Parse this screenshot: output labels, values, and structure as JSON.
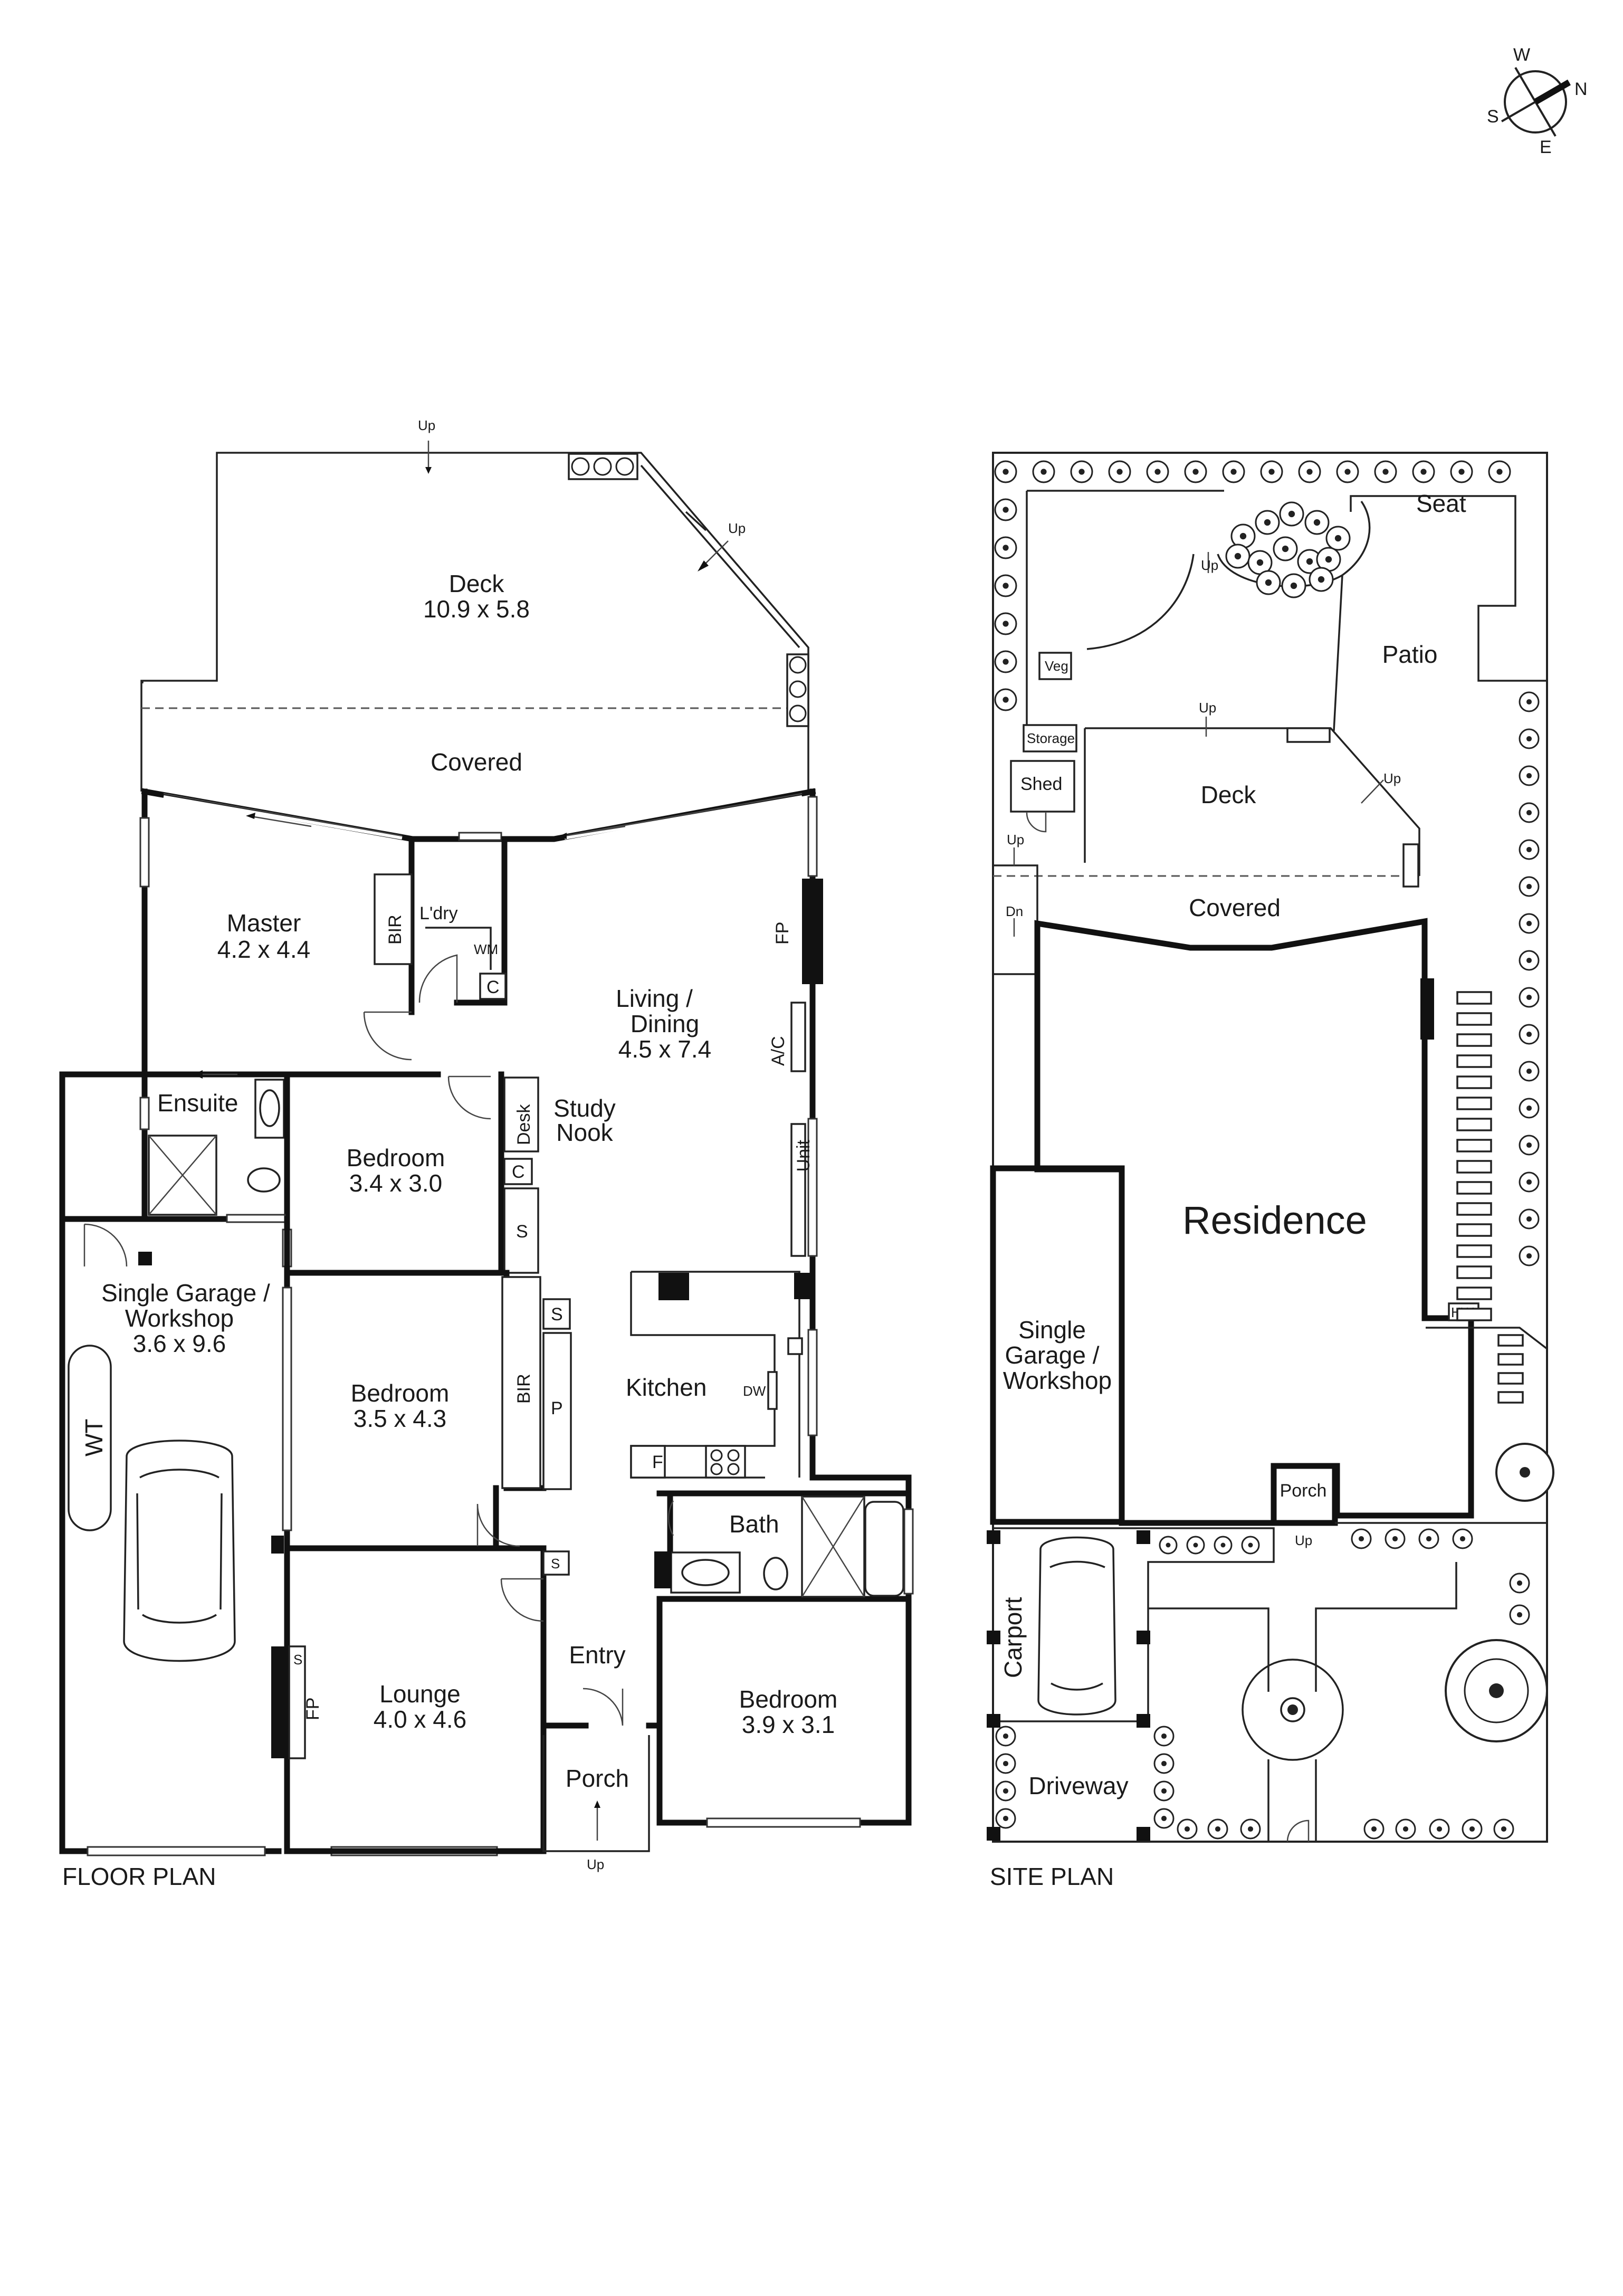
{
  "compass": {
    "w": "W",
    "n": "N",
    "s": "S",
    "e": "E"
  },
  "floor_plan": {
    "title": "FLOOR PLAN",
    "deck": {
      "name": "Deck",
      "dims": "10.9 x 5.8"
    },
    "covered": "Covered",
    "up": "Up",
    "master": {
      "name": "Master",
      "dims": "4.2 x 4.4"
    },
    "bir": "BIR",
    "laundry": "L'dry",
    "wm": "WM",
    "c": "C",
    "living": {
      "line1": "Living /",
      "line2": "Dining",
      "dims": "4.5 x 7.4"
    },
    "fp": "FP",
    "ac": "A/C",
    "unit": "Unit",
    "ensuite": "Ensuite",
    "bedroom1": {
      "name": "Bedroom",
      "dims": "3.4 x 3.0"
    },
    "desk": "Desk",
    "study": {
      "line1": "Study",
      "line2": "Nook"
    },
    "s": "S",
    "garage": {
      "line1": "Single Garage /",
      "line2": "Workshop",
      "dims": "3.6 x 9.6"
    },
    "wt": "WT",
    "bedroom2": {
      "name": "Bedroom",
      "dims": "3.5 x 4.3"
    },
    "p": "P",
    "kitchen": "Kitchen",
    "dw": "DW",
    "f": "F",
    "bath": "Bath",
    "lounge": {
      "name": "Lounge",
      "dims": "4.0 x 4.6"
    },
    "entry": "Entry",
    "porch": "Porch",
    "bedroom3": {
      "name": "Bedroom",
      "dims": "3.9 x 3.1"
    }
  },
  "site_plan": {
    "title": "SITE PLAN",
    "seat": "Seat",
    "patio": "Patio",
    "veg": "Veg",
    "storage": "Storage",
    "shed": "Shed",
    "deck": "Deck",
    "up": "Up",
    "dn": "Dn",
    "covered": "Covered",
    "residence": "Residence",
    "garage": {
      "line1": "Single",
      "line2": "Garage /",
      "line3": "Workshop"
    },
    "hw": "HW",
    "porch": "Porch",
    "carport": "Carport",
    "driveway": "Driveway"
  }
}
